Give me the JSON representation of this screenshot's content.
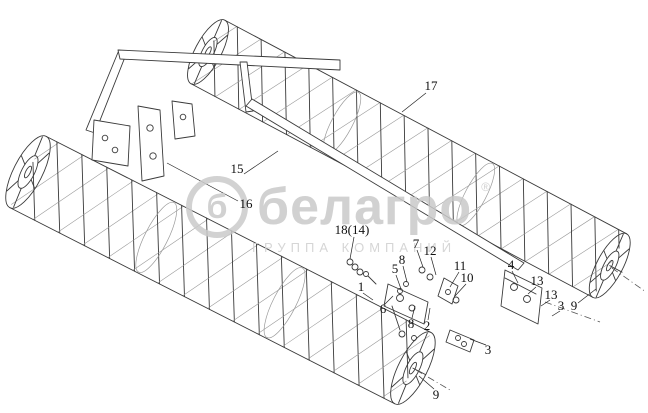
{
  "watermark": {
    "logo_letter": "б",
    "brand": "белагро",
    "reg_mark": "®",
    "subtitle": "ГРУППА КОМПАНИЙ"
  },
  "colors": {
    "line": "#3a3a3a",
    "watermark": "#c9c9c9",
    "background": "#ffffff"
  },
  "parts": [
    {
      "label": "17"
    },
    {
      "label": "15"
    },
    {
      "label": "16"
    },
    {
      "label": "18(14)"
    },
    {
      "label": "7"
    },
    {
      "label": "12"
    },
    {
      "label": "8"
    },
    {
      "label": "5"
    },
    {
      "label": "11"
    },
    {
      "label": "10"
    },
    {
      "label": "1"
    },
    {
      "label": "6"
    },
    {
      "label": "8"
    },
    {
      "label": "2"
    },
    {
      "label": "4"
    },
    {
      "label": "13"
    },
    {
      "label": "13"
    },
    {
      "label": "3"
    },
    {
      "label": "9"
    },
    {
      "label": "3"
    },
    {
      "label": "9"
    }
  ]
}
